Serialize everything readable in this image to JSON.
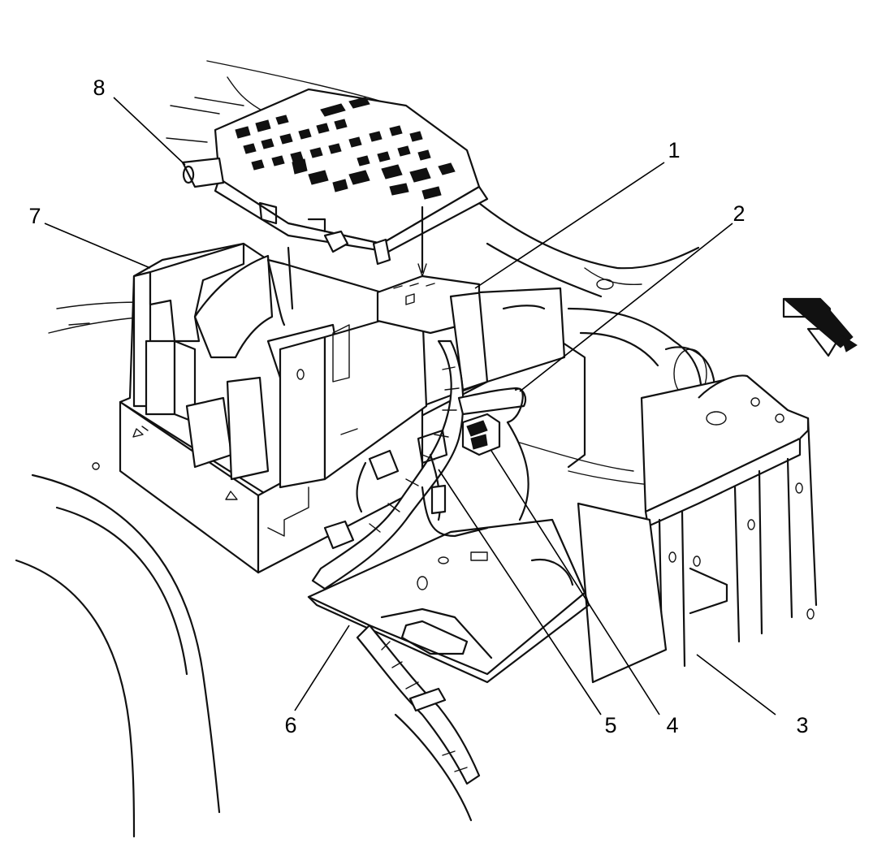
{
  "callouts": [
    {
      "id": "1",
      "label": "1"
    },
    {
      "id": "2",
      "label": "2"
    },
    {
      "id": "3",
      "label": "3"
    },
    {
      "id": "4",
      "label": "4"
    },
    {
      "id": "5",
      "label": "5"
    },
    {
      "id": "6",
      "label": "6"
    },
    {
      "id": "7",
      "label": "7"
    },
    {
      "id": "8",
      "label": "8"
    }
  ],
  "icons": {
    "direction_arrow": "front-direction-arrow-icon"
  },
  "colors": {
    "line": "#111111",
    "background": "#ffffff"
  }
}
